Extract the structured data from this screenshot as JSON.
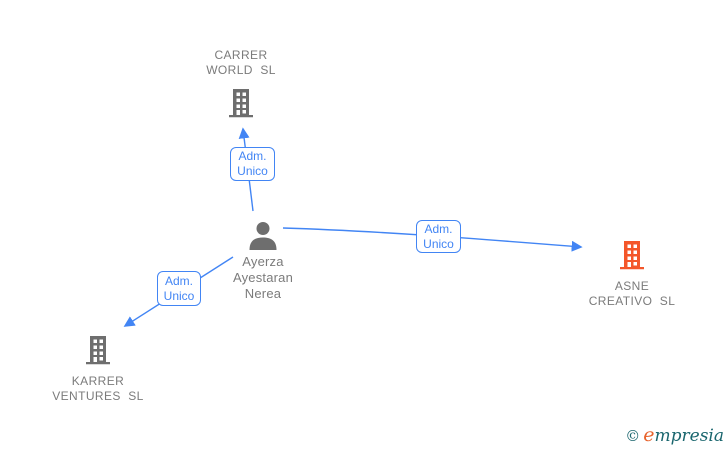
{
  "colors": {
    "accent": "#4285f4",
    "node-gray": "#6e6e6e",
    "node-orange": "#f4562a",
    "label-gray": "#7b7b7b",
    "brand-teal": "#1a666e",
    "brand-orange": "#e8632c"
  },
  "diagram": {
    "person": {
      "name": "Ayerza\nAyestaran\nNerea"
    },
    "companies": {
      "carrer": {
        "label": "CARRER\nWORLD  SL"
      },
      "asne": {
        "label": "ASNE\nCREATIVO  SL"
      },
      "karrer": {
        "label": "KARRER\nVENTURES  SL"
      }
    },
    "edge_labels": {
      "to_carrer": "Adm.\nUnico",
      "to_asne": "Adm.\nUnico",
      "to_karrer": "Adm.\nUnico"
    }
  },
  "watermark": {
    "copyright": "©",
    "brand_e": "e",
    "brand_rest": "mpresia"
  }
}
